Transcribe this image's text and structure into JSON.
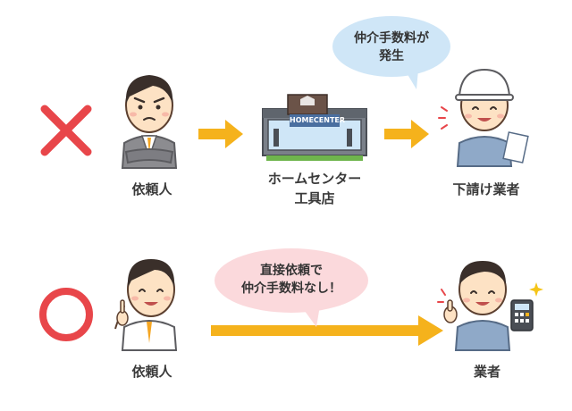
{
  "top_row": {
    "mark": "cross-mark",
    "client_label": "依頼人",
    "store_label_line1": "ホームセンター",
    "store_label_line2": "工具店",
    "store_sign": "HOMECENTER",
    "contractor_label": "下請け業者",
    "bubble_line1": "仲介手数料が",
    "bubble_line2": "発生"
  },
  "bottom_row": {
    "mark": "circle-mark",
    "client_label": "依頼人",
    "contractor_label": "業者",
    "bubble_line1": "直接依頼で",
    "bubble_line2": "仲介手数料なし！"
  },
  "colors": {
    "cross": "#e8464a",
    "circle": "#e8464a",
    "arrow": "#f5b21c",
    "bubble_top": "#cfe6f7",
    "bubble_bottom": "#fbd9dc"
  }
}
